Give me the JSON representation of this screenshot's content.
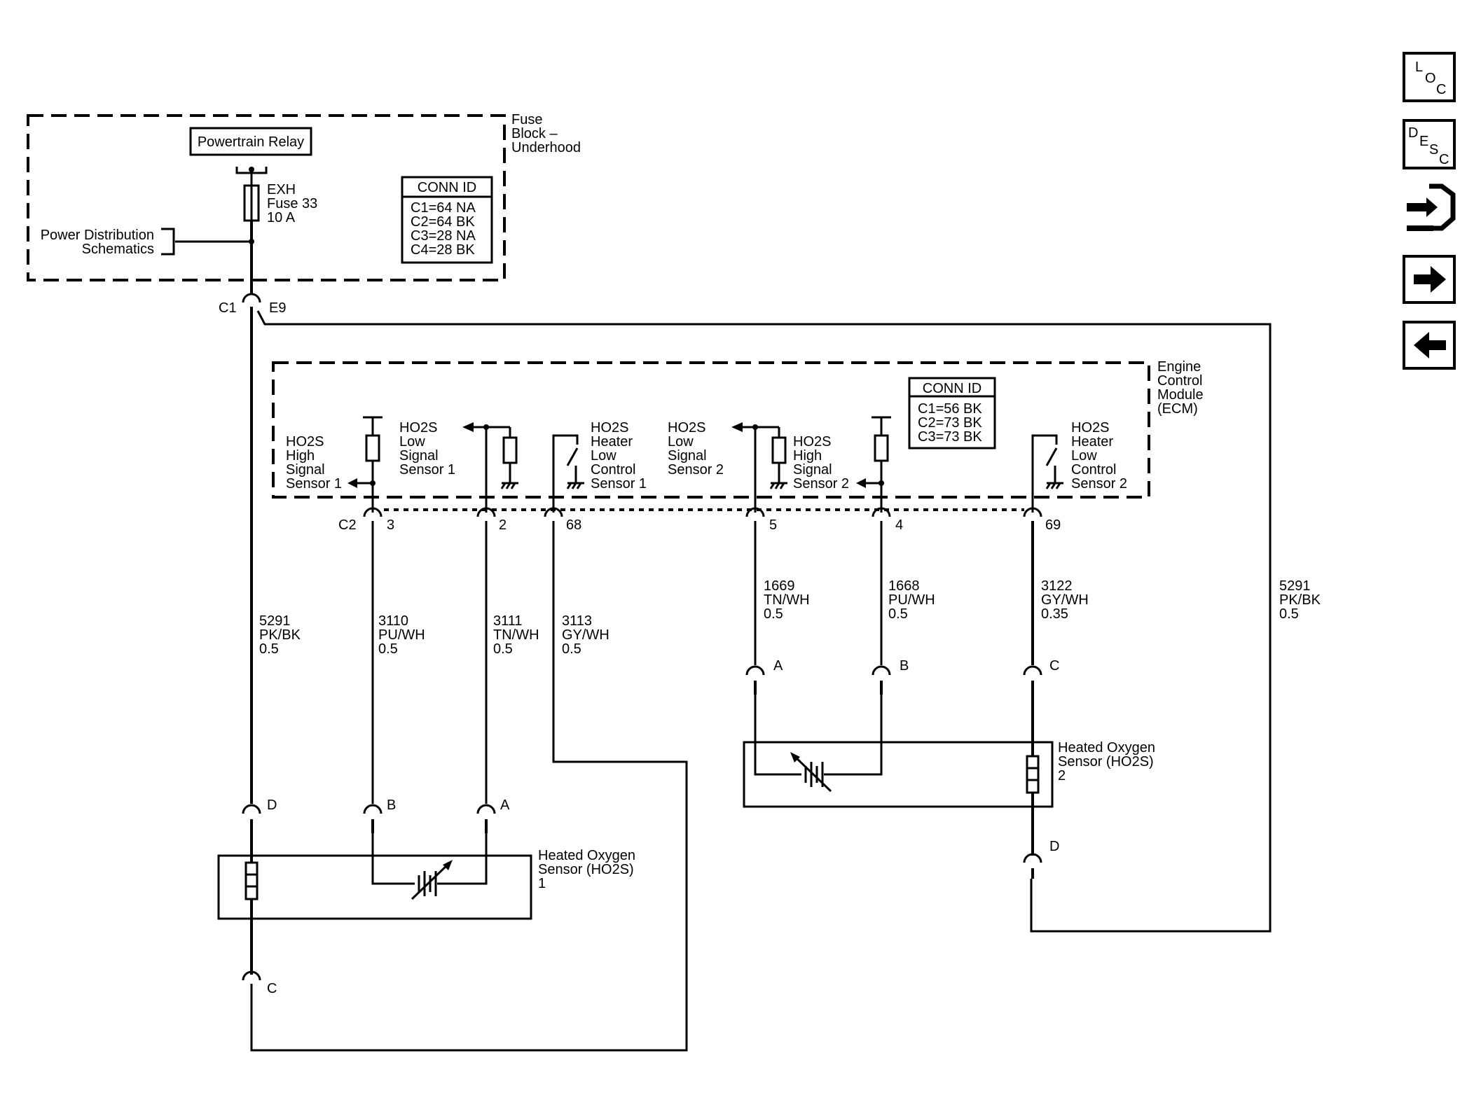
{
  "fuse_block": {
    "title": [
      "Fuse",
      "Block –",
      "Underhood"
    ],
    "relay": "Powertrain Relay",
    "fuse": [
      "EXH",
      "Fuse 33",
      "10 A"
    ],
    "power_ref": [
      "Power Distribution",
      "Schematics"
    ],
    "conn_title": "CONN ID",
    "conn": [
      "C1=64 NA",
      "C2=64 BK",
      "C3=28 NA",
      "C4=28 BK"
    ],
    "conn_left": "C1",
    "conn_right": "E9"
  },
  "ecm": {
    "title": [
      "Engine",
      "Control",
      "Module",
      "(ECM)"
    ],
    "conn_title": "CONN ID",
    "conn": [
      "C1=56 BK",
      "C2=73 BK",
      "C3=73 BK"
    ],
    "connector": "C2",
    "circuits": [
      {
        "lines": [
          "HO2S",
          "High",
          "Signal",
          "Sensor 1"
        ],
        "pin": "3"
      },
      {
        "lines": [
          "HO2S",
          "Low",
          "Signal",
          "Sensor 1"
        ],
        "pin": "2"
      },
      {
        "lines": [
          "HO2S",
          "Heater",
          "Low",
          "Control",
          "Sensor 1"
        ],
        "pin": "68"
      },
      {
        "lines": [
          "HO2S",
          "Low",
          "Signal",
          "Sensor 2"
        ],
        "pin": "5"
      },
      {
        "lines": [
          "HO2S",
          "High",
          "Signal",
          "Sensor 2"
        ],
        "pin": "4"
      },
      {
        "lines": [
          "HO2S",
          "Heater",
          "Low",
          "Control",
          "Sensor 2"
        ],
        "pin": "69"
      }
    ]
  },
  "wires": {
    "w5291_left": [
      "5291",
      "PK/BK",
      "0.5"
    ],
    "w3110": [
      "3110",
      "PU/WH",
      "0.5"
    ],
    "w3111": [
      "3111",
      "TN/WH",
      "0.5"
    ],
    "w3113": [
      "3113",
      "GY/WH",
      "0.5"
    ],
    "w1669": [
      "1669",
      "TN/WH",
      "0.5"
    ],
    "w1668": [
      "1668",
      "PU/WH",
      "0.5"
    ],
    "w3122": [
      "3122",
      "GY/WH",
      "0.35"
    ],
    "w5291_right": [
      "5291",
      "PK/BK",
      "0.5"
    ]
  },
  "sensor1": {
    "title": [
      "Heated Oxygen",
      "Sensor (HO2S)",
      "1"
    ],
    "pins": {
      "d": "D",
      "b": "B",
      "a": "A",
      "c": "C"
    }
  },
  "sensor2": {
    "title": [
      "Heated Oxygen",
      "Sensor (HO2S)",
      "2"
    ],
    "pins": {
      "a": "A",
      "b": "B",
      "c": "C",
      "d": "D"
    }
  },
  "toolbar": {
    "loc": [
      "L",
      "O",
      "C"
    ],
    "desc": [
      "D",
      "E",
      "S",
      "C"
    ]
  }
}
